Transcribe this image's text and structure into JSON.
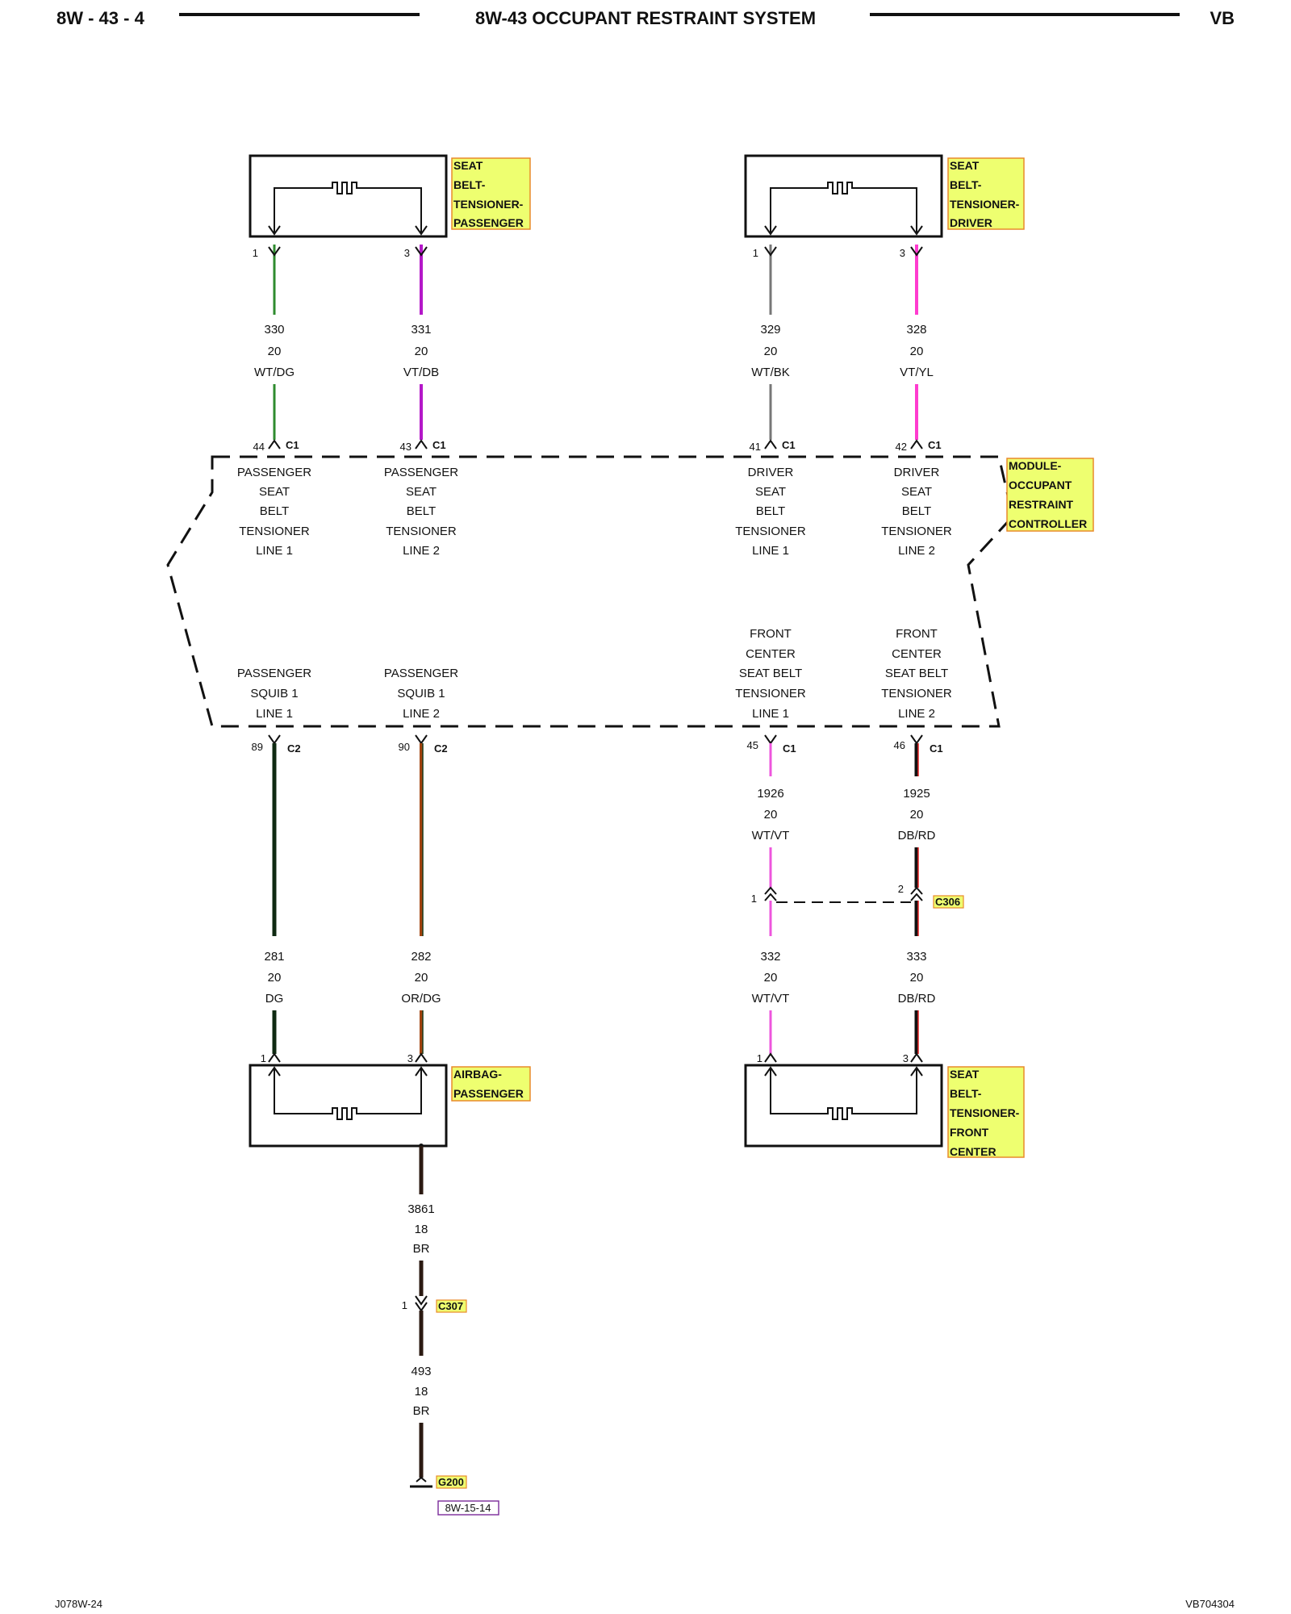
{
  "header": {
    "page": "8W - 43 - 4",
    "title": "8W-43 OCCUPANT RESTRAINT SYSTEM",
    "code": "VB"
  },
  "footer": {
    "left": "J078W-24",
    "right": "VB704304"
  },
  "components": {
    "tensioner_passenger": [
      "SEAT",
      "BELT-",
      "TENSIONER-",
      "PASSENGER"
    ],
    "tensioner_driver": [
      "SEAT",
      "BELT-",
      "TENSIONER-",
      "DRIVER"
    ],
    "module": [
      "MODULE-",
      "OCCUPANT",
      "RESTRAINT",
      "CONTROLLER"
    ],
    "airbag_passenger": [
      "AIRBAG-",
      "PASSENGER"
    ],
    "tensioner_front_center": [
      "SEAT",
      "BELT-",
      "TENSIONER-",
      "FRONT",
      "CENTER"
    ]
  },
  "wires_top": [
    {
      "top_pin": "1",
      "circuit": "330",
      "gauge": "20",
      "color": "WT/DG",
      "module_pin": "44",
      "module_conn": "C1",
      "stroke": "#2e8b2e"
    },
    {
      "top_pin": "3",
      "circuit": "331",
      "gauge": "20",
      "color": "VT/DB",
      "module_pin": "43",
      "module_conn": "C1",
      "stroke": "#b418c8"
    },
    {
      "top_pin": "1",
      "circuit": "329",
      "gauge": "20",
      "color": "WT/BK",
      "module_pin": "41",
      "module_conn": "C1",
      "stroke": "#777777"
    },
    {
      "top_pin": "3",
      "circuit": "328",
      "gauge": "20",
      "color": "VT/YL",
      "module_pin": "42",
      "module_conn": "C1",
      "stroke": "#ff3ccf"
    }
  ],
  "module_top_labels": [
    [
      "PASSENGER",
      "SEAT",
      "BELT",
      "TENSIONER",
      "LINE 1"
    ],
    [
      "PASSENGER",
      "SEAT",
      "BELT",
      "TENSIONER",
      "LINE 2"
    ],
    [
      "DRIVER",
      "SEAT",
      "BELT",
      "TENSIONER",
      "LINE 1"
    ],
    [
      "DRIVER",
      "SEAT",
      "BELT",
      "TENSIONER",
      "LINE 2"
    ]
  ],
  "module_bottom_labels": [
    [
      "PASSENGER",
      "SQUIB 1",
      "LINE 1"
    ],
    [
      "PASSENGER",
      "SQUIB 1",
      "LINE 2"
    ],
    [
      "FRONT",
      "CENTER",
      "SEAT BELT",
      "TENSIONER",
      "LINE 1"
    ],
    [
      "FRONT",
      "CENTER",
      "SEAT BELT",
      "TENSIONER",
      "LINE 2"
    ]
  ],
  "wires_bottom": [
    {
      "module_pin": "89",
      "module_conn": "C2",
      "circuit": "281",
      "gauge": "20",
      "color": "DG",
      "bottom_pin": "1",
      "stroke": "#0f2a12"
    },
    {
      "module_pin": "90",
      "module_conn": "C2",
      "circuit": "282",
      "gauge": "20",
      "color": "OR/DG",
      "bottom_pin": "3",
      "stroke": "#a0420e"
    },
    {
      "module_pin": "45",
      "module_conn": "C1",
      "circuit_a": "1926",
      "gauge_a": "20",
      "color_a": "WT/VT",
      "c306_pin": "1",
      "circuit": "332",
      "gauge": "20",
      "color": "WT/VT",
      "bottom_pin": "1",
      "stroke": "#ee55dd"
    },
    {
      "module_pin": "46",
      "module_conn": "C1",
      "circuit_a": "1925",
      "gauge_a": "20",
      "color_a": "DB/RD",
      "c306_pin": "2",
      "circuit": "333",
      "gauge": "20",
      "color": "DB/RD",
      "bottom_pin": "3",
      "stroke": "#111111"
    }
  ],
  "connector_c306": "C306",
  "ground": {
    "circuit_a": "3861",
    "gauge_a": "18",
    "color_a": "BR",
    "c307_pin": "1",
    "c307": "C307",
    "circuit_b": "493",
    "gauge_b": "18",
    "color_b": "BR",
    "ground_id": "G200",
    "ref": "8W-15-14"
  },
  "colors": {
    "label_fill": "#eeff70",
    "label_border": "#e88a2a",
    "ref_border": "#7a2a9a"
  }
}
